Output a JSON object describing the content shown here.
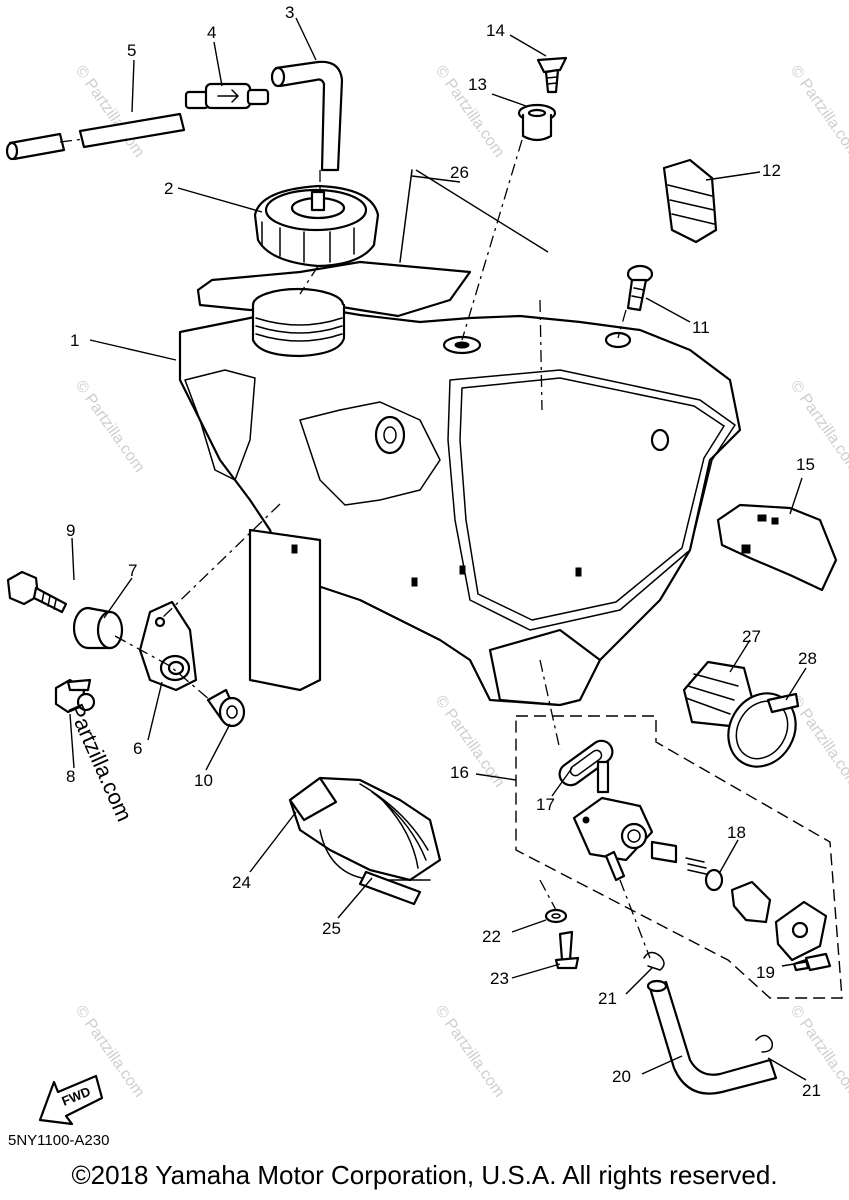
{
  "diagram_code": "5NY1100-A230",
  "copyright": "©2018 Yamaha Motor Corporation, U.S.A. All rights reserved.",
  "side_watermark": "Partzilla.com",
  "watermark_text": "© Partzilla.com",
  "fwd_label": "FWD",
  "callouts": {
    "c1": "1",
    "c2": "2",
    "c3": "3",
    "c4": "4",
    "c5": "5",
    "c6": "6",
    "c7": "7",
    "c8": "8",
    "c9": "9",
    "c10": "10",
    "c11": "11",
    "c12": "12",
    "c13": "13",
    "c14": "14",
    "c15": "15",
    "c16": "16",
    "c17": "17",
    "c18": "18",
    "c19": "19",
    "c20": "20",
    "c21a": "21",
    "c21b": "21",
    "c22": "22",
    "c23": "23",
    "c24": "24",
    "c25": "25",
    "c26": "26",
    "c27": "27",
    "c28": "28"
  }
}
